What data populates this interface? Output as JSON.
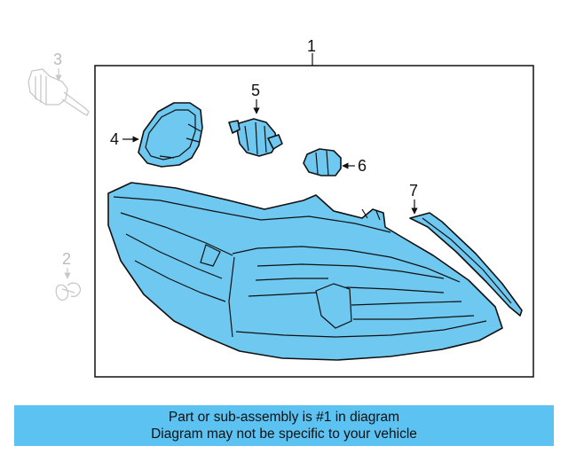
{
  "callouts": {
    "c1": "1",
    "c2": "2",
    "c3": "3",
    "c4": "4",
    "c5": "5",
    "c6": "6",
    "c7": "7"
  },
  "banner": {
    "line1": "Part or sub-assembly is #1 in diagram",
    "line2": "Diagram may not be specific to your vehicle"
  },
  "colors": {
    "highlight": "#6ec8f0",
    "banner": "#5bc2f2",
    "ghost": "#c8c8c8"
  }
}
